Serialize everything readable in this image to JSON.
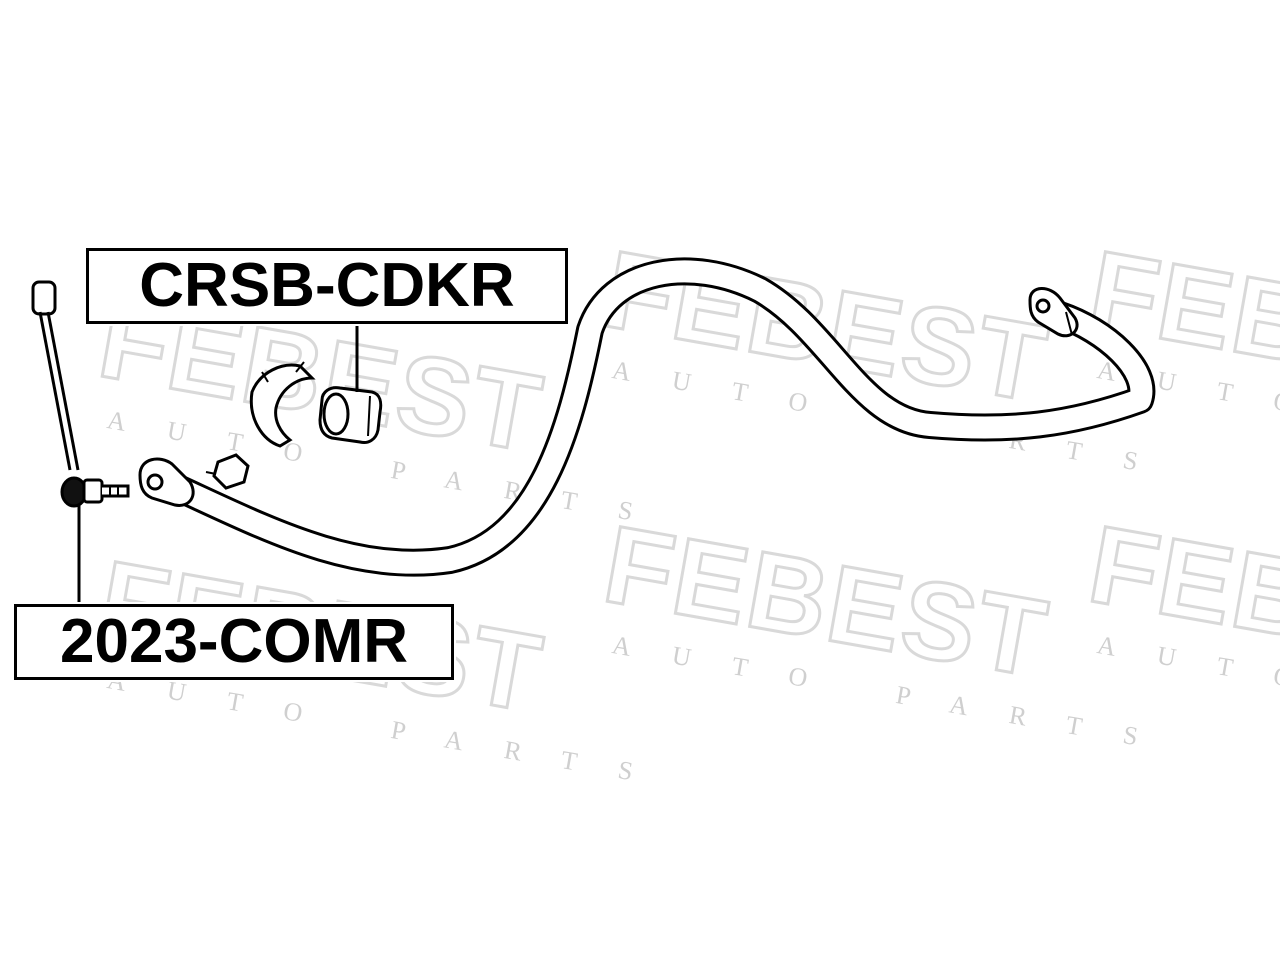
{
  "watermark": {
    "brand": "FEBEST",
    "tagline": "AUTO PARTS"
  },
  "parts": [
    {
      "part_number": "CRSB-CDKR"
    },
    {
      "part_number": "2023-COMR"
    }
  ],
  "colors": {
    "line": "#000000",
    "background": "#ffffff",
    "watermark": "#d9d9d9"
  }
}
